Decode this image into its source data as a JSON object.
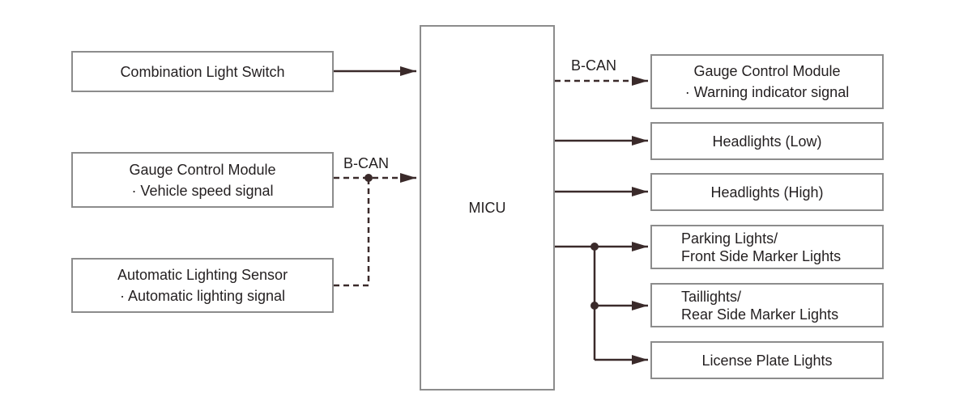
{
  "inputs": {
    "combination_light_switch": "Combination Light Switch",
    "gauge_control_module": {
      "title": "Gauge Control Module",
      "detail": "· Vehicle speed signal"
    },
    "automatic_lighting_sensor": {
      "title": "Automatic Lighting Sensor",
      "detail": "· Automatic lighting signal"
    }
  },
  "micu": "MICU",
  "bus_labels": {
    "input_bus": "B-CAN",
    "output_bus": "B-CAN"
  },
  "outputs": {
    "gauge_control_module": {
      "title": "Gauge Control Module",
      "detail": "· Warning indicator signal"
    },
    "headlights_low": "Headlights (Low)",
    "headlights_high": "Headlights (High)",
    "parking_lights": {
      "line1": "Parking Lights/",
      "line2": "Front Side Marker Lights"
    },
    "taillights": {
      "line1": "Taillights/",
      "line2": "Rear Side Marker Lights"
    },
    "license_plate_lights": "License Plate Lights"
  },
  "colors": {
    "border": "#8c8c8c",
    "line": "#3a2a2a",
    "text": "#231f20"
  }
}
